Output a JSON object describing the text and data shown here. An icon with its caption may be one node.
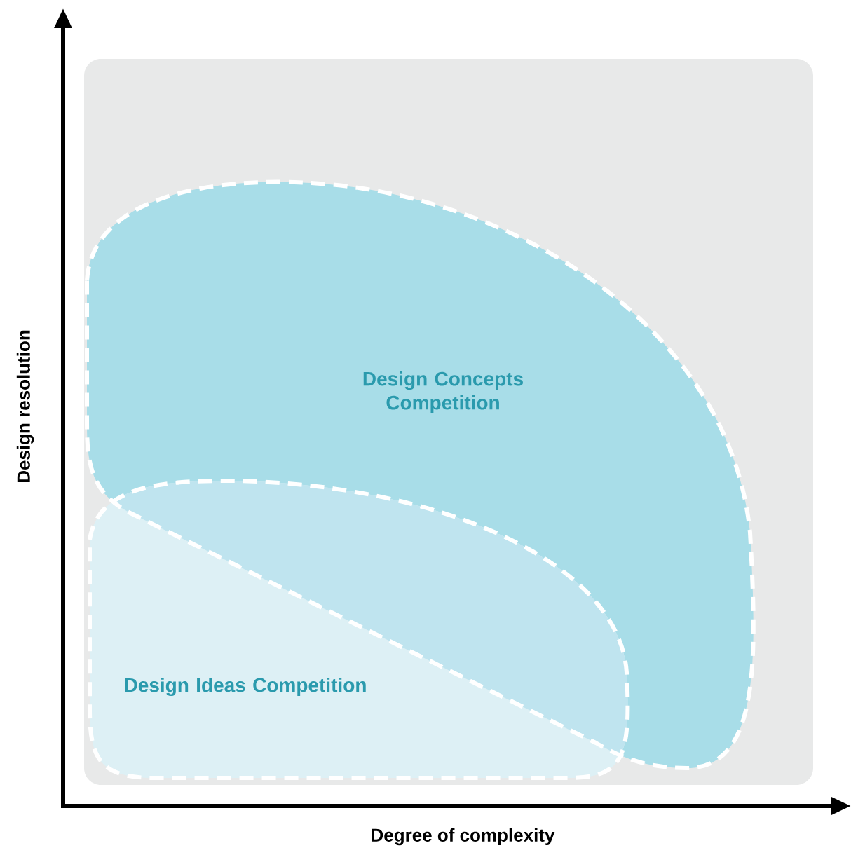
{
  "diagram": {
    "nodes": [
      {
        "text": [
          "Design Concepts Competition"
        ]
      },
      {
        "text": [
          "Design Ideas Competition"
        ]
      }
    ],
    "labels": [
      "Design resolution",
      "Degree of complexity"
    ]
  }
}
